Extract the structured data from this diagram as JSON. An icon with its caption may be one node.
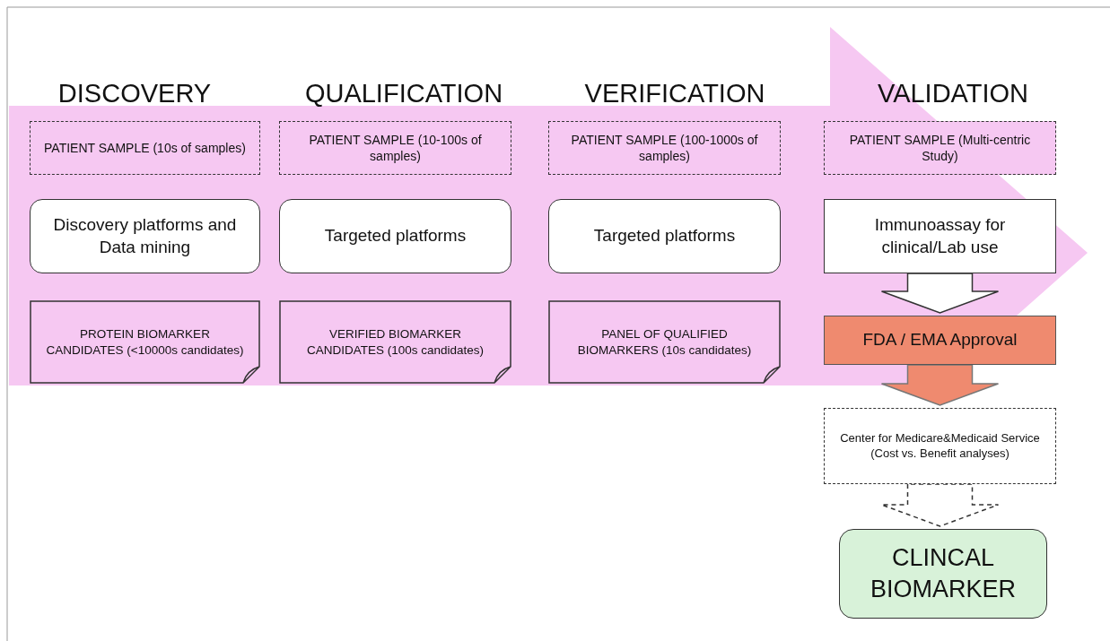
{
  "diagram": {
    "nodes": [
      {
        "text": [
          "PATIENT SAMPLE (10s of samples)"
        ]
      },
      {
        "text": [
          "Discovery platforms and Data mining"
        ]
      },
      {
        "text": [
          "PROTEIN BIOMARKER CANDIDATES (<10000s candidates)"
        ]
      },
      {
        "text": [
          "PATIENT SAMPLE (10-100s of samples)"
        ]
      },
      {
        "text": [
          "Targeted platforms"
        ]
      },
      {
        "text": [
          "VERIFIED BIOMARKER CANDIDATES (100s candidates)"
        ]
      },
      {
        "text": [
          "PATIENT SAMPLE (100-1000s of samples)"
        ]
      },
      {
        "text": [
          "Targeted platforms"
        ]
      },
      {
        "text": [
          "PANEL OF QUALIFIED BIOMARKERS (10s candidates)"
        ]
      },
      {
        "text": [
          "PATIENT SAMPLE (Multi-centric Study)"
        ]
      },
      {
        "text": [
          "Immunoassay for clinical/Lab use"
        ]
      },
      {
        "text": [
          "FDA / EMA Approval"
        ]
      },
      {
        "text": [
          "Center for Medicare&Medicaid Service (Cost vs. Benefit analyses)"
        ]
      },
      {
        "text": [
          "CLINCAL BIOMARKER"
        ]
      }
    ],
    "edges": [
      {
        "from": 10,
        "to": 11,
        "arrow": "to"
      },
      {
        "from": 11,
        "to": 12,
        "arrow": "to",
        "color": "#ef8a6f"
      },
      {
        "from": 12,
        "to": 13,
        "arrow": "to",
        "style": "dashed"
      }
    ],
    "labels": [
      "DISCOVERY",
      "QUALIFICATION",
      "VERIFICATION",
      "VALIDATION"
    ]
  }
}
